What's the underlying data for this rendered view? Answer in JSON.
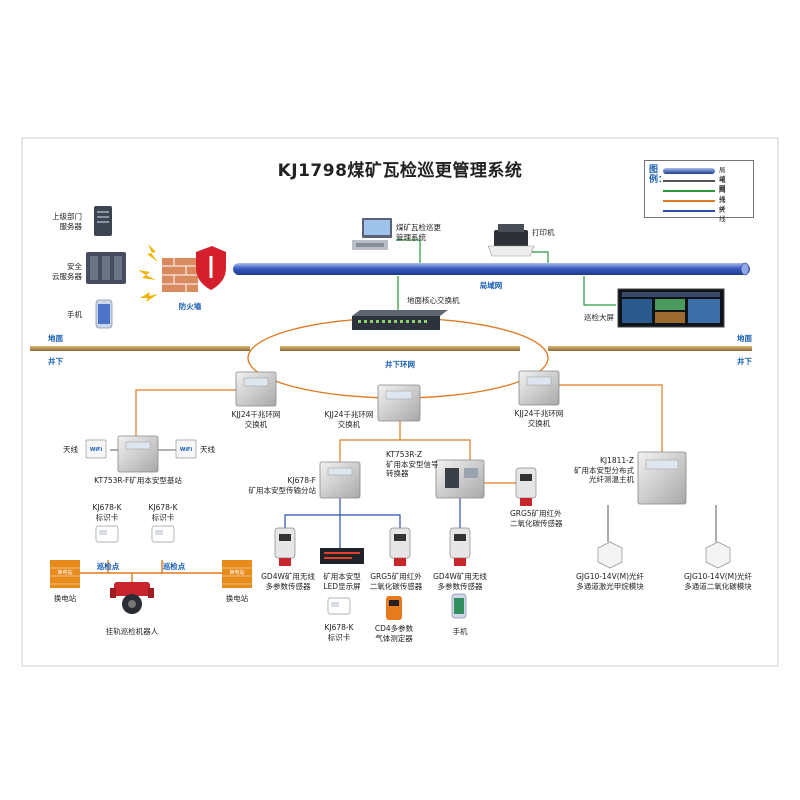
{
  "title": "KJ1798煤矿瓦检巡更管理系统",
  "legend": {
    "title": "图例：",
    "items": [
      {
        "label": "局域网",
        "color": "#4a70c8",
        "kind": "tube"
      },
      {
        "label": "电缆",
        "color": "#555555",
        "kind": "line"
      },
      {
        "label": "网线",
        "color": "#2a9a3a",
        "kind": "line"
      },
      {
        "label": "光纤",
        "color": "#e07a20",
        "kind": "line"
      },
      {
        "label": "天线",
        "color": "#2a4fb0",
        "kind": "line"
      }
    ]
  },
  "surface": {
    "upper_server": "上级部门\n服务器",
    "cloud_server": "安全\n云服务器",
    "phone": "手机",
    "firewall": "防火墙",
    "mgmt_system": "煤矿瓦检巡更\n管理系统",
    "printer": "打印机",
    "lan": "局域网",
    "core_switch": "地面核心交换机",
    "big_screen": "巡检大屏"
  },
  "zones": {
    "ground": "地面",
    "underground": "井下",
    "ring": "井下环网"
  },
  "underground": {
    "switch_1": "KJJ24千兆环网\n交换机",
    "switch_2": "KJJ24千兆环网\n交换机",
    "switch_3": "KJJ24千兆环网\n交换机",
    "antenna_left": "天线",
    "antenna_right": "天线",
    "base_station": "KT753R-F矿用本安型基站",
    "wifi_tag": "WiFi",
    "card_1": "KJ678-K\n标识卡",
    "card_2": "KJ678-K\n标识卡",
    "checkpoint_1": "巡检点",
    "checkpoint_2": "巡检点",
    "station_left": "换电站",
    "station_right": "换电站",
    "station_sign": "换电站",
    "robot": "挂轨巡检机器人",
    "splitter": "KJ678-F\n矿用本安型传输分站",
    "converter": "KT753R-Z\n矿用本安型信号\n转换器",
    "co2_top": "GRG5矿用红外\n二氧化碳传感器",
    "gd4w_1": "GD4W矿用无线\n多参数传感器",
    "led": "矿用本安型\nLED显示屏",
    "grg5_bottom": "GRG5矿用红外\n二氧化碳传感器",
    "gd4w_2": "GD4W矿用无线\n多参数传感器",
    "card_3": "KJ678-K\n标识卡",
    "cd4": "CD4多参数\n气体测定器",
    "phone_2": "手机",
    "host": "KJ1811-Z\n矿用本安型分布式\n光纤测温主机",
    "gjg_1": "GJG10-14V(M)光纤\n多通道激光甲烷模块",
    "gjg_2": "GJG10-14V(M)光纤\n多通道二氧化碳模块"
  }
}
